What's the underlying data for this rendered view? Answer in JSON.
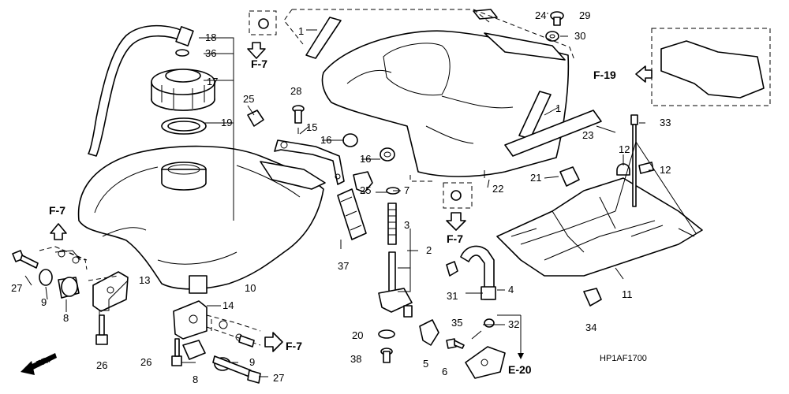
{
  "diagram": {
    "code": "HP1AF1700",
    "direction_label": "FR.",
    "callouts": {
      "c1a": "1",
      "c1b": "1",
      "c2": "2",
      "c3": "3",
      "c4": "4",
      "c5": "5",
      "c6": "6",
      "c7": "7",
      "c8a": "8",
      "c8b": "8",
      "c9a": "9",
      "c9b": "9",
      "c10": "10",
      "c11": "11",
      "c12a": "12",
      "c12b": "12",
      "c13": "13",
      "c14": "14",
      "c15": "15",
      "c16a": "16",
      "c16b": "16",
      "c17": "17",
      "c18": "18",
      "c19": "19",
      "c20": "20",
      "c21": "21",
      "c22": "22",
      "c23": "23",
      "c24": "24",
      "c25a": "25",
      "c25b": "25",
      "c26a": "26",
      "c26b": "26",
      "c27a": "27",
      "c27b": "27",
      "c28": "28",
      "c29": "29",
      "c30": "30",
      "c31": "31",
      "c32": "32",
      "c33": "33",
      "c34": "34",
      "c35": "35",
      "c36": "36",
      "c37": "37",
      "c38": "38"
    },
    "references": {
      "f7_left": "F-7",
      "f7_top": "F-7",
      "f7_center": "F-7",
      "f7_bottom": "F-7",
      "f19": "F-19",
      "e20": "E-20"
    }
  }
}
